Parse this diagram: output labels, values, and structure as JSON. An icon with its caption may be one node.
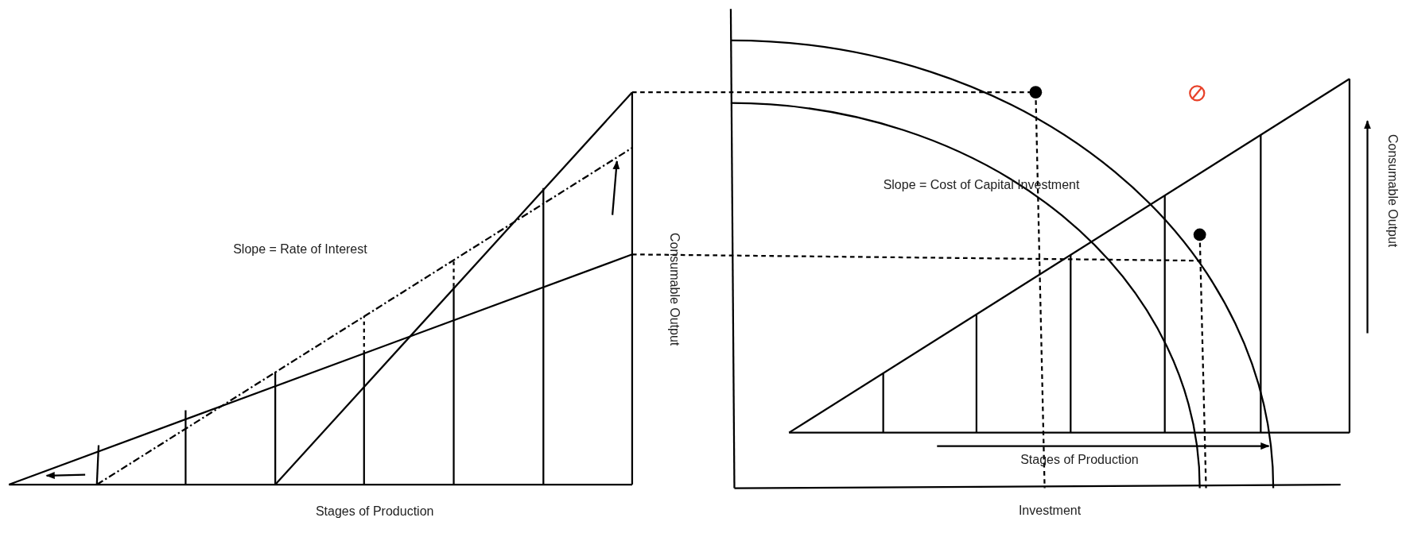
{
  "diagram": {
    "labels": [
      "Slope = Rate of Interest",
      "Consumable Output",
      "Slope = Cost of Capital Investment",
      "Consumable Output",
      "Stages of Production",
      "Stages of Production",
      "Investment"
    ]
  }
}
